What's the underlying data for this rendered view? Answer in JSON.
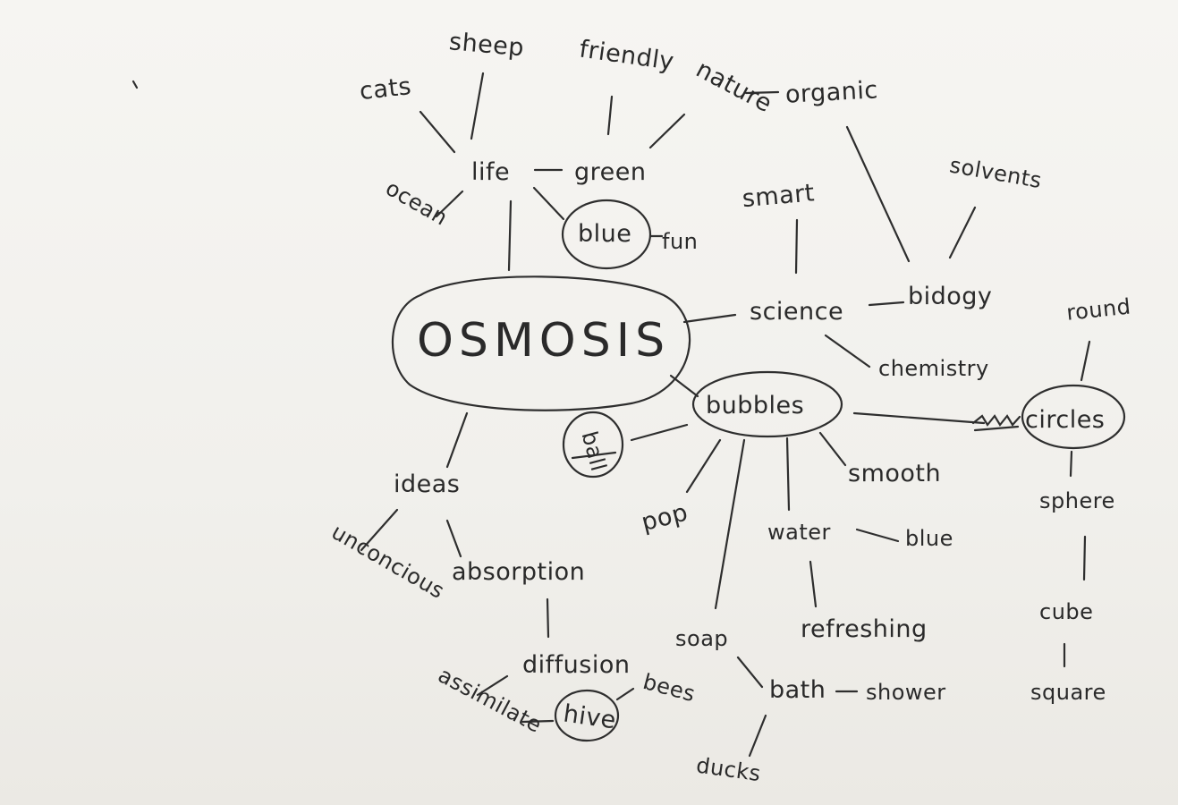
{
  "diagram": {
    "central_topic": "OSMOSIS",
    "words": {
      "cats": "cats",
      "sheep": "sheep",
      "friendly": "friendly",
      "nature": "nature",
      "organic": "organic",
      "life": "life",
      "green": "green",
      "ocean": "ocean",
      "blue_top": "blue",
      "fun": "fun",
      "smart": "smart",
      "solvents": "solvents",
      "science": "science",
      "biology": "bidogy",
      "round": "round",
      "chemistry": "chemistry",
      "bubbles": "bubbles",
      "circles": "circles",
      "ball": "ball",
      "smooth": "smooth",
      "sphere": "sphere",
      "ideas": "ideas",
      "pop": "pop",
      "water": "water",
      "blue_water": "blue",
      "unconcious": "unconcious",
      "absorption": "absorption",
      "refreshing": "refreshing",
      "cube": "cube",
      "soap": "soap",
      "diffusion": "diffusion",
      "bees": "bees",
      "assimilate": "assimilate",
      "hive": "hive",
      "bath": "bath",
      "shower": "shower",
      "square": "square",
      "ducks": "ducks"
    }
  }
}
